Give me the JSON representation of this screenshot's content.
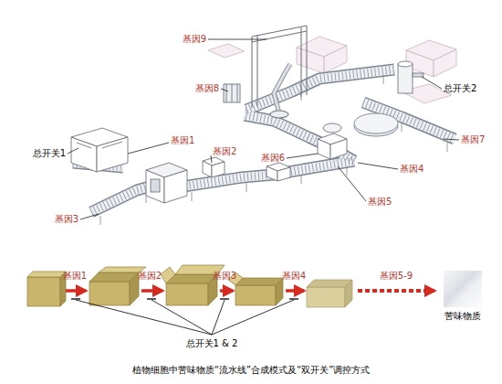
{
  "diagram": {
    "caption": "植物细胞中苦味物质“流水线”合成模式及“双开关”调控方式",
    "nodes": [
      {
        "text": [
          "苦味物质"
        ]
      }
    ],
    "labels": [
      "基因9",
      "基因8",
      "总开关2",
      "基因7",
      "总开关1",
      "基因1",
      "基因2",
      "基因6",
      "基因4",
      "基因5",
      "基因3",
      "基因1",
      "基因2",
      "基因3",
      "基因4",
      "基因5-9",
      "总开关1 & 2"
    ]
  }
}
